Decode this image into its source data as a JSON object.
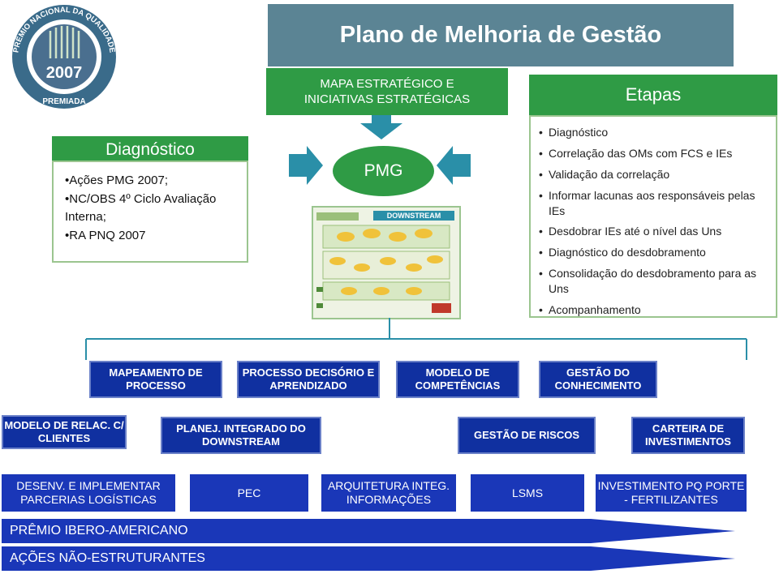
{
  "title": "Plano de Melhoria de Gestão",
  "seal": {
    "top_text": "PRÊMIO NACIONAL DA QUALIDADE",
    "year": "2007",
    "bottom_text": "PREMIADA"
  },
  "mapa_header": "MAPA ESTRATÉGICO E INICIATIVAS ESTRATÉGICAS",
  "etapas": {
    "header": "Etapas",
    "items": [
      "Diagnóstico",
      "Correlação das OMs com FCS e IEs",
      "Validação da correlação",
      "Informar lacunas aos responsáveis pelas IEs",
      "Desdobrar IEs até o nível das Uns",
      "Diagnóstico do desdobramento",
      "Consolidação do desdobramento para as Uns",
      "Acompanhamento"
    ]
  },
  "diagnostico": {
    "header": "Diagnóstico",
    "items": [
      "Ações PMG 2007;",
      "NC/OBS 4º Ciclo Avaliação Interna;",
      "RA PNQ 2007"
    ]
  },
  "pmg_label": "PMG",
  "thumbnail": {
    "title": "DOWNSTREAM"
  },
  "row1": [
    "MAPEAMENTO DE PROCESSO",
    "PROCESSO DECISÓRIO E APRENDIZADO",
    "MODELO DE COMPETÊNCIAS",
    "GESTÃO DO CONHECIMENTO"
  ],
  "row2": [
    "MODELO DE RELAC. C/ CLIENTES",
    "PLANEJ. INTEGRADO DO DOWNSTREAM",
    "GESTÃO DE RISCOS",
    "CARTEIRA DE INVESTIMENTOS"
  ],
  "row3": [
    "DESENV. E IMPLEMENTAR PARCERIAS LOGÍSTICAS",
    "PEC",
    "ARQUITETURA INTEG. INFORMAÇÕES",
    "LSMS",
    "INVESTIMENTO PQ PORTE - FERTILIZANTES"
  ],
  "arrows": [
    "PRÊMIO IBERO-AMERICANO",
    "AÇÕES NÃO-ESTRUTURANTES"
  ],
  "colors": {
    "title_bar": "#5b8494",
    "green": "#2f9b45",
    "navy": "#1030a0",
    "blue": "#1a37b8",
    "teal_arrow": "#2a8fa8"
  }
}
